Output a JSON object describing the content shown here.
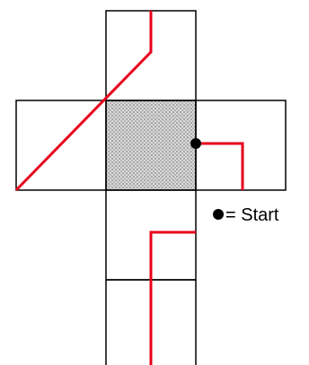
{
  "legend": {
    "text": "= Start"
  },
  "colors": {
    "outline": "#000000",
    "path": "#e8001c",
    "center_fill": "#d2d2d2",
    "center_dots": "#6e6e6e",
    "start_marker": "#000000",
    "background": "#ffffff"
  },
  "shapes": {
    "panels": [
      "top-panel",
      "left-panel",
      "center-panel",
      "right-panel",
      "lower-panel",
      "bottom-panel"
    ],
    "center_pattern": "stipple"
  }
}
